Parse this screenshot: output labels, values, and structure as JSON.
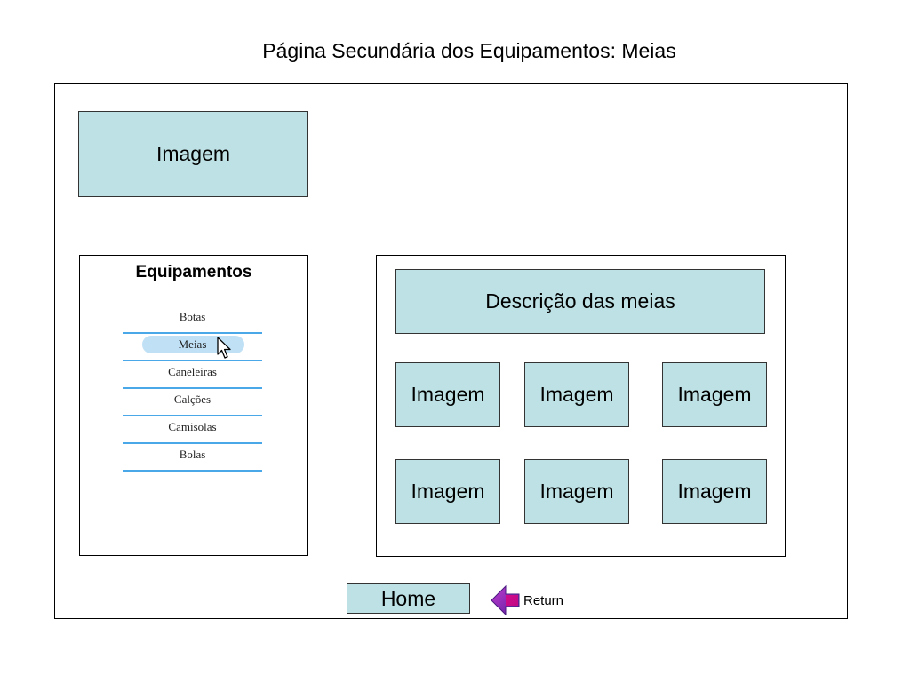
{
  "page": {
    "title": "Página Secundária dos Equipamentos: Meias"
  },
  "hero": {
    "image_label": "Imagem"
  },
  "nav": {
    "title": "Equipamentos",
    "items": [
      {
        "label": "Botas"
      },
      {
        "label": "Meias",
        "active": true
      },
      {
        "label": "Caneleiras"
      },
      {
        "label": "Calções"
      },
      {
        "label": "Camisolas"
      },
      {
        "label": "Bolas"
      }
    ],
    "highlight_color": "#bfe0f5",
    "divider_color": "#4aa8e8"
  },
  "content": {
    "description": "Descrição das meias",
    "images": [
      "Imagem",
      "Imagem",
      "Imagem",
      "Imagem",
      "Imagem",
      "Imagem"
    ]
  },
  "footer": {
    "home_label": "Home",
    "return_label": "Return",
    "return_icon": "arrow-left-icon",
    "return_icon_color": "#7b2fbf"
  },
  "colors": {
    "box_fill": "#bde1e4"
  }
}
